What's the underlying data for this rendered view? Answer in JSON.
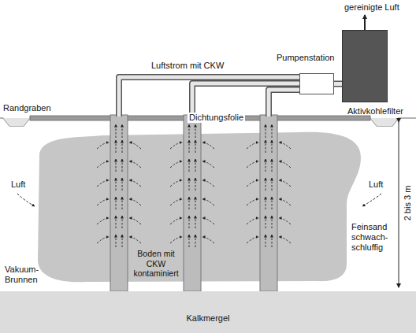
{
  "diagram": {
    "nodes": [
      {
        "text": [
          "Pumpenstation"
        ]
      },
      {
        "text": [
          "Aktivkohlefilter"
        ]
      },
      {
        "text": [
          "Kalkmergel"
        ]
      }
    ],
    "edges": [
      {
        "from": 0,
        "to": 1,
        "arrow": "none"
      }
    ],
    "labels": [
      "gereinigte Luft",
      "Luftstrom mit CKW",
      "Randgraben",
      "Dichtungsfolie",
      "Luft",
      "Luft",
      "Vakuum-Brunnen",
      "Boden mit CKW kontaminiert",
      "Feinsand schwach-schluffig",
      "2 bis 3 m"
    ]
  }
}
